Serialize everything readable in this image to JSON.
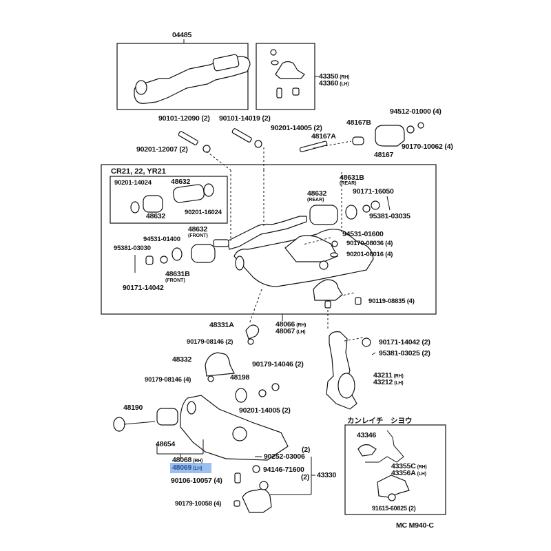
{
  "diagram": {
    "type": "exploded parts diagram",
    "subject": "Front suspension upper/lower arm",
    "code": "MC M940-C",
    "highlight_color": "#8ab4ec",
    "highlighted_part": "48069 (LH)"
  },
  "groups": {
    "main_section_header": "CR21, 22, YR21",
    "optional_box_header": "カンレイチ　シヨウ"
  },
  "labels": {
    "p04485": "04485",
    "p43350": "43350",
    "p43350_side": "(RH)",
    "p43360": "43360",
    "p43360_side": "(LH)",
    "p90101_12090": "90101-12090 (2)",
    "p90101_14019": "90101-14019 (2)",
    "p90201_14005_top": "90201-14005 (2)",
    "p90201_12007": "90201-12007 (2)",
    "p48167A": "48167A",
    "p48167B": "48167B",
    "p94512_01000": "94512-01000 (4)",
    "p48167": "48167",
    "p90170_10062": "90170-10062 (4)",
    "p90201_14024": "90201-14024",
    "p48632_inset_top": "48632",
    "p48632_inset_bottom": "48632",
    "p90201_16024": "90201-16024",
    "p48632_front": "48632",
    "p48632_front_note": "(FRONT)",
    "p94531_01400": "94531-01400",
    "p95381_03030": "95381-03030",
    "p48631B_front": "48631B",
    "p48631B_front_note": "(FRONT)",
    "p90171_14042_left": "90171-14042",
    "p48631B_rear": "48631B",
    "p48631B_rear_note": "(REAR)",
    "p48632_rear": "48632",
    "p48632_rear_note": "(REAR)",
    "p90171_16050": "90171-16050",
    "p95381_03035": "95381-03035",
    "p94531_01600": "94531-01600",
    "p90170_08036": "90170-08036 (4)",
    "p90201_08016": "90201-08016 (4)",
    "p90119_08835": "90119-08835 (4)",
    "p48331A": "48331A",
    "p48066": "48066",
    "p48066_side": "(RH)",
    "p48067": "48067",
    "p48067_side": "(LH)",
    "p90179_08146_2": "90179-08146 (2)",
    "p90171_14042_right": "90171-14042 (2)",
    "p95381_03025": "95381-03025 (2)",
    "p48332": "48332",
    "p90179_14046": "90179-14046 (2)",
    "p90179_08146_4": "90179-08146 (4)",
    "p48198": "48198",
    "p43211": "43211",
    "p43211_side": "(RH)",
    "p43212": "43212",
    "p43212_side": "(LH)",
    "p48190": "48190",
    "p90201_14005_bottom": "90201-14005 (2)",
    "p48654": "48654",
    "p48068": "48068",
    "p48068_side": "(RH)",
    "p48069": "48069",
    "p48069_side": "(LH)",
    "p90252_03006_qty": "(2)",
    "p90252_03006": "90252-03006",
    "p94146_71600": "94146-71600",
    "p94146_71600_qty": "(2)",
    "p43330": "43330",
    "p90106_10057": "90106-10057 (4)",
    "p90179_10058": "90179-10058 (4)",
    "p43346": "43346",
    "p43355C": "43355C",
    "p43355C_side": "(RH)",
    "p43356A": "43356A",
    "p43356A_side": "(LH)",
    "p91615_60825": "91615-60825 (2)",
    "footer_code": "MC M940-C"
  }
}
